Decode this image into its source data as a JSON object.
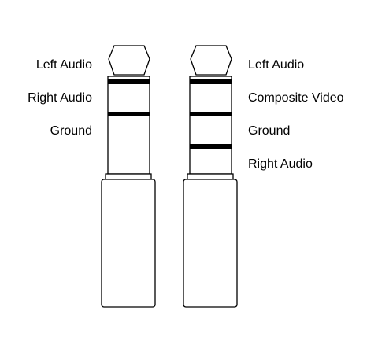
{
  "plugs": [
    {
      "name": "trs-plug",
      "labels": [
        "Left Audio",
        "Right Audio",
        "Ground"
      ]
    },
    {
      "name": "trrs-plug",
      "labels": [
        "Left Audio",
        "Composite Video",
        "Ground",
        "Right Audio"
      ]
    }
  ],
  "colors": {
    "line": "#000000",
    "background": "#ffffff"
  }
}
